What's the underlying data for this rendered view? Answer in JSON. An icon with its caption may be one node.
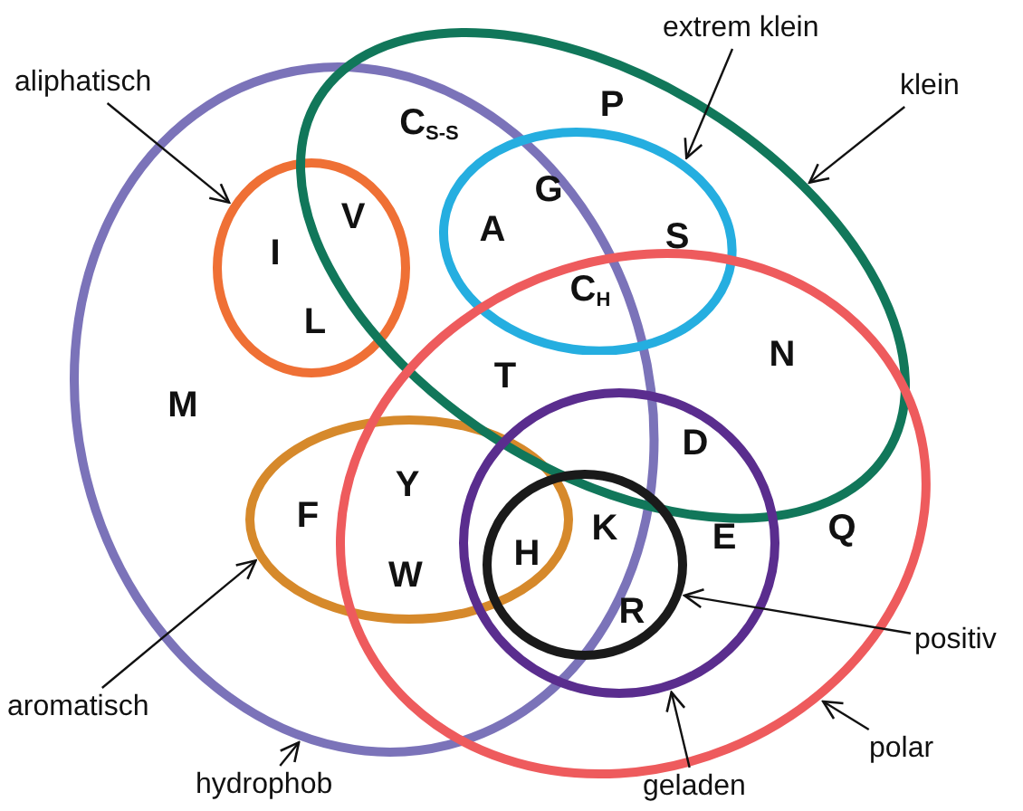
{
  "diagram": {
    "nodes": [
      {
        "text": [
          "hydrophob"
        ]
      },
      {
        "text": [],
        "shape": "ellipse"
      },
      {
        "text": [
          "aliphatisch"
        ]
      },
      {
        "text": [],
        "shape": "ellipse",
        "in": 1
      },
      {
        "text": [
          "aromatisch"
        ]
      },
      {
        "text": [],
        "shape": "ellipse",
        "in": 1
      },
      {
        "text": [
          "klein"
        ]
      },
      {
        "text": [],
        "shape": "ellipse"
      },
      {
        "text": [
          "extrem klein"
        ]
      },
      {
        "text": [],
        "shape": "ellipse",
        "in": 7
      },
      {
        "text": [
          "polar"
        ]
      },
      {
        "text": [],
        "shape": "ellipse"
      },
      {
        "text": [
          "geladen"
        ]
      },
      {
        "text": [],
        "shape": "ellipse",
        "in": 11
      },
      {
        "text": [
          "positiv"
        ]
      },
      {
        "text": [],
        "shape": "ellipse",
        "in": 13
      }
    ],
    "edges": [
      {
        "from": 0,
        "to": 1,
        "arrow": "to"
      },
      {
        "from": 2,
        "to": 3,
        "arrow": "to"
      },
      {
        "from": 4,
        "to": 5,
        "arrow": "to"
      },
      {
        "from": 6,
        "to": 7,
        "arrow": "to"
      },
      {
        "from": 8,
        "to": 9,
        "arrow": "to"
      },
      {
        "from": 10,
        "to": 11,
        "arrow": "to"
      },
      {
        "from": 12,
        "to": 13,
        "arrow": "to"
      },
      {
        "from": 14,
        "to": 15,
        "arrow": "to"
      }
    ],
    "labels": [
      "C$_{S-S}$",
      "P",
      "G",
      "V",
      "I",
      "A",
      "S",
      "C$_{H}$",
      "L",
      "N",
      "M",
      "T",
      "D",
      "Y",
      "F",
      "K",
      "E",
      "Q",
      "H",
      "W",
      "R"
    ]
  }
}
